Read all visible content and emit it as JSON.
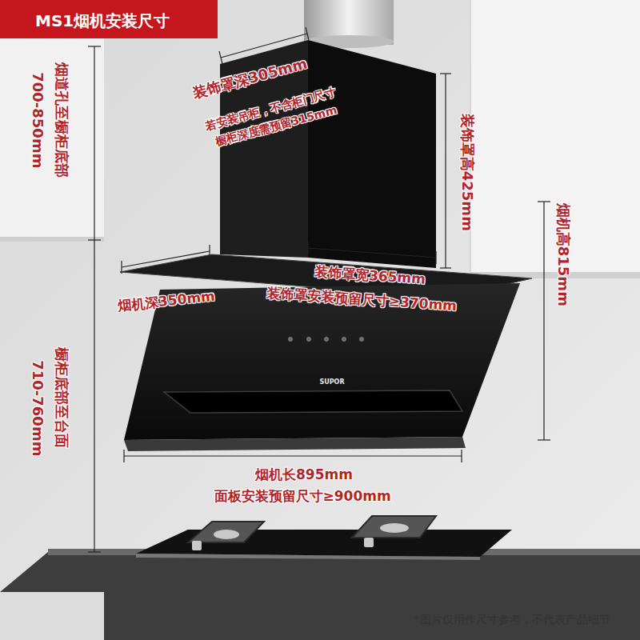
{
  "diagram": {
    "title": "MS1烟机安装尺寸",
    "labels": [
      "装饰罩深305mm",
      "若安装吊柜，不含柜门尺寸",
      "橱柜深度需预留315mm",
      "装饰罩高425mm",
      "烟机高815mm",
      "装饰罩宽365mm",
      "装饰罩安装预留尺寸≥370mm",
      "烟机深350mm",
      "烟道孔至橱柜底部",
      "700-850mm",
      "橱柜底部至台面",
      "710-760mm",
      "SUPOR",
      "烟机长895mm",
      "面板安装预留尺寸≥900mm",
      "*图片仅用作尺寸参考，不代表产品细节"
    ]
  }
}
